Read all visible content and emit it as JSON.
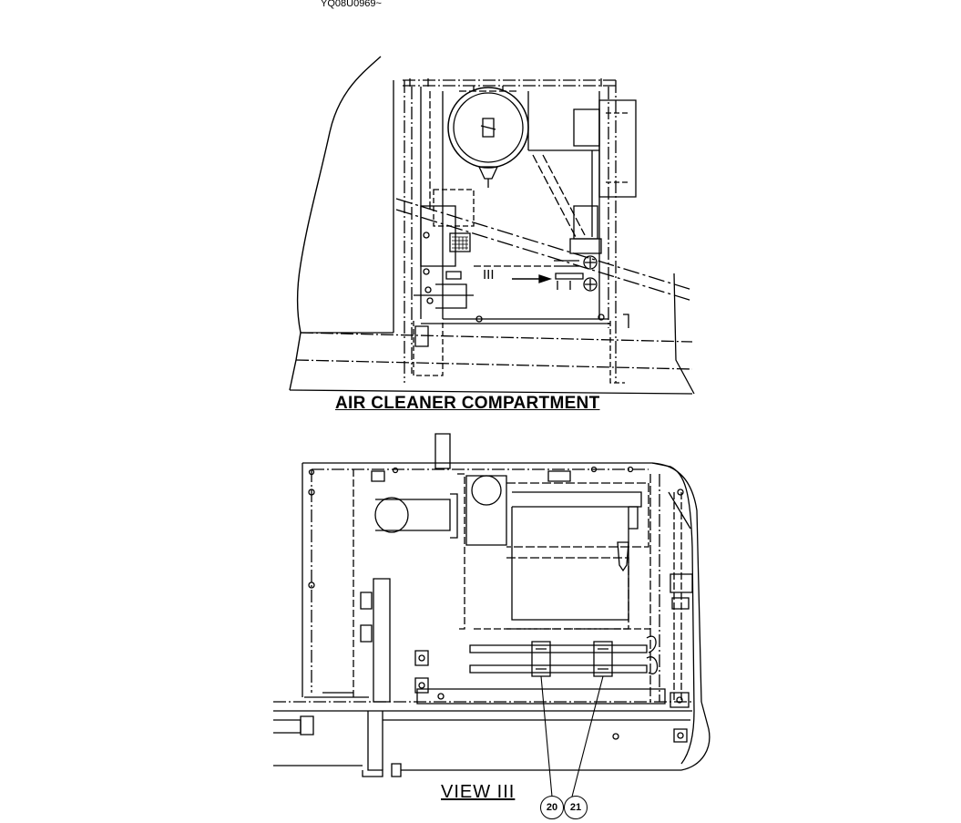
{
  "drawing_code": "YQ08U0969~",
  "top_view": {
    "title": "AIR CLEANER COMPARTMENT",
    "view_marker": "III"
  },
  "bottom_view": {
    "title": "VIEW  III"
  },
  "callouts": [
    {
      "label": "20"
    },
    {
      "label": "21"
    }
  ]
}
